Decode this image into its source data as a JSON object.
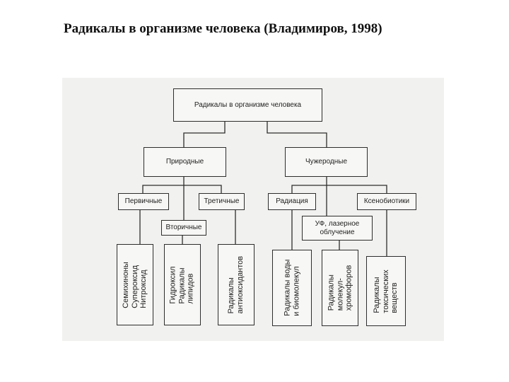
{
  "title": "Радикалы в организме человека (Владимиров, 1998)",
  "diagram": {
    "root": "Радикалы в организме человека",
    "natural": "Природные",
    "foreign": "Чужеродные",
    "primary": "Первичные",
    "secondary": "Вторичные",
    "tertiary": "Третичные",
    "radiation": "Радиация",
    "xenobiotics": "Ксенобиотики",
    "uv_laser": "УФ, лазерное\nоблучение",
    "leaf_primary": "Семихиноны\nСупероксид\nНитроксид",
    "leaf_secondary": "Гидроксил\nРадикалы\nлипидов",
    "leaf_tertiary": "Радикалы\nантиоксидантов",
    "leaf_radiation": "Радикалы воды\nи биомолекул",
    "leaf_uv": "Радикалы\nмолекул-\nхромофоров",
    "leaf_xeno": "Радикалы\nтоксических\nвеществ"
  }
}
